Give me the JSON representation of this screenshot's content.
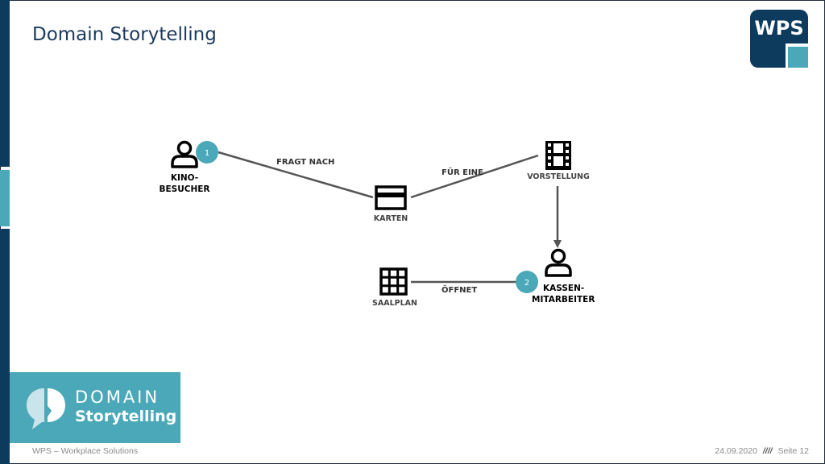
{
  "slide": {
    "title": "Domain Storytelling",
    "footer_left": "WPS – Workplace Solutions",
    "footer_date": "24.09.2020",
    "footer_separator": "////",
    "footer_page": "Seite 12"
  },
  "logos": {
    "wps_text": "WPS",
    "ds_domain": "DOMAIN",
    "ds_storytelling": "Storytelling"
  },
  "diagram": {
    "actors": [
      {
        "id": "kinobesucher",
        "label_lines": [
          "KINO-",
          "BESUCHER"
        ],
        "icon": "person-icon"
      },
      {
        "id": "kassenmitarbeiter",
        "label_lines": [
          "KASSEN-",
          "MITARBEITER"
        ],
        "icon": "person-icon"
      }
    ],
    "work_objects": [
      {
        "id": "karten",
        "label": "KARTEN",
        "icon": "ticket-card-icon"
      },
      {
        "id": "vorstellung",
        "label": "VORSTELLUNG",
        "icon": "film-strip-icon"
      },
      {
        "id": "saalplan",
        "label": "SAALPLAN",
        "icon": "grid-icon"
      }
    ],
    "activities": [
      {
        "number": "1",
        "label": "FRAGT NACH"
      },
      {
        "number": "",
        "label": "FÜR EINE"
      },
      {
        "number": "2",
        "label": "ÖFFNET"
      }
    ]
  },
  "colors": {
    "navy": "#0d3b5e",
    "teal": "#4aa8b8",
    "title": "#1b3a5c"
  }
}
